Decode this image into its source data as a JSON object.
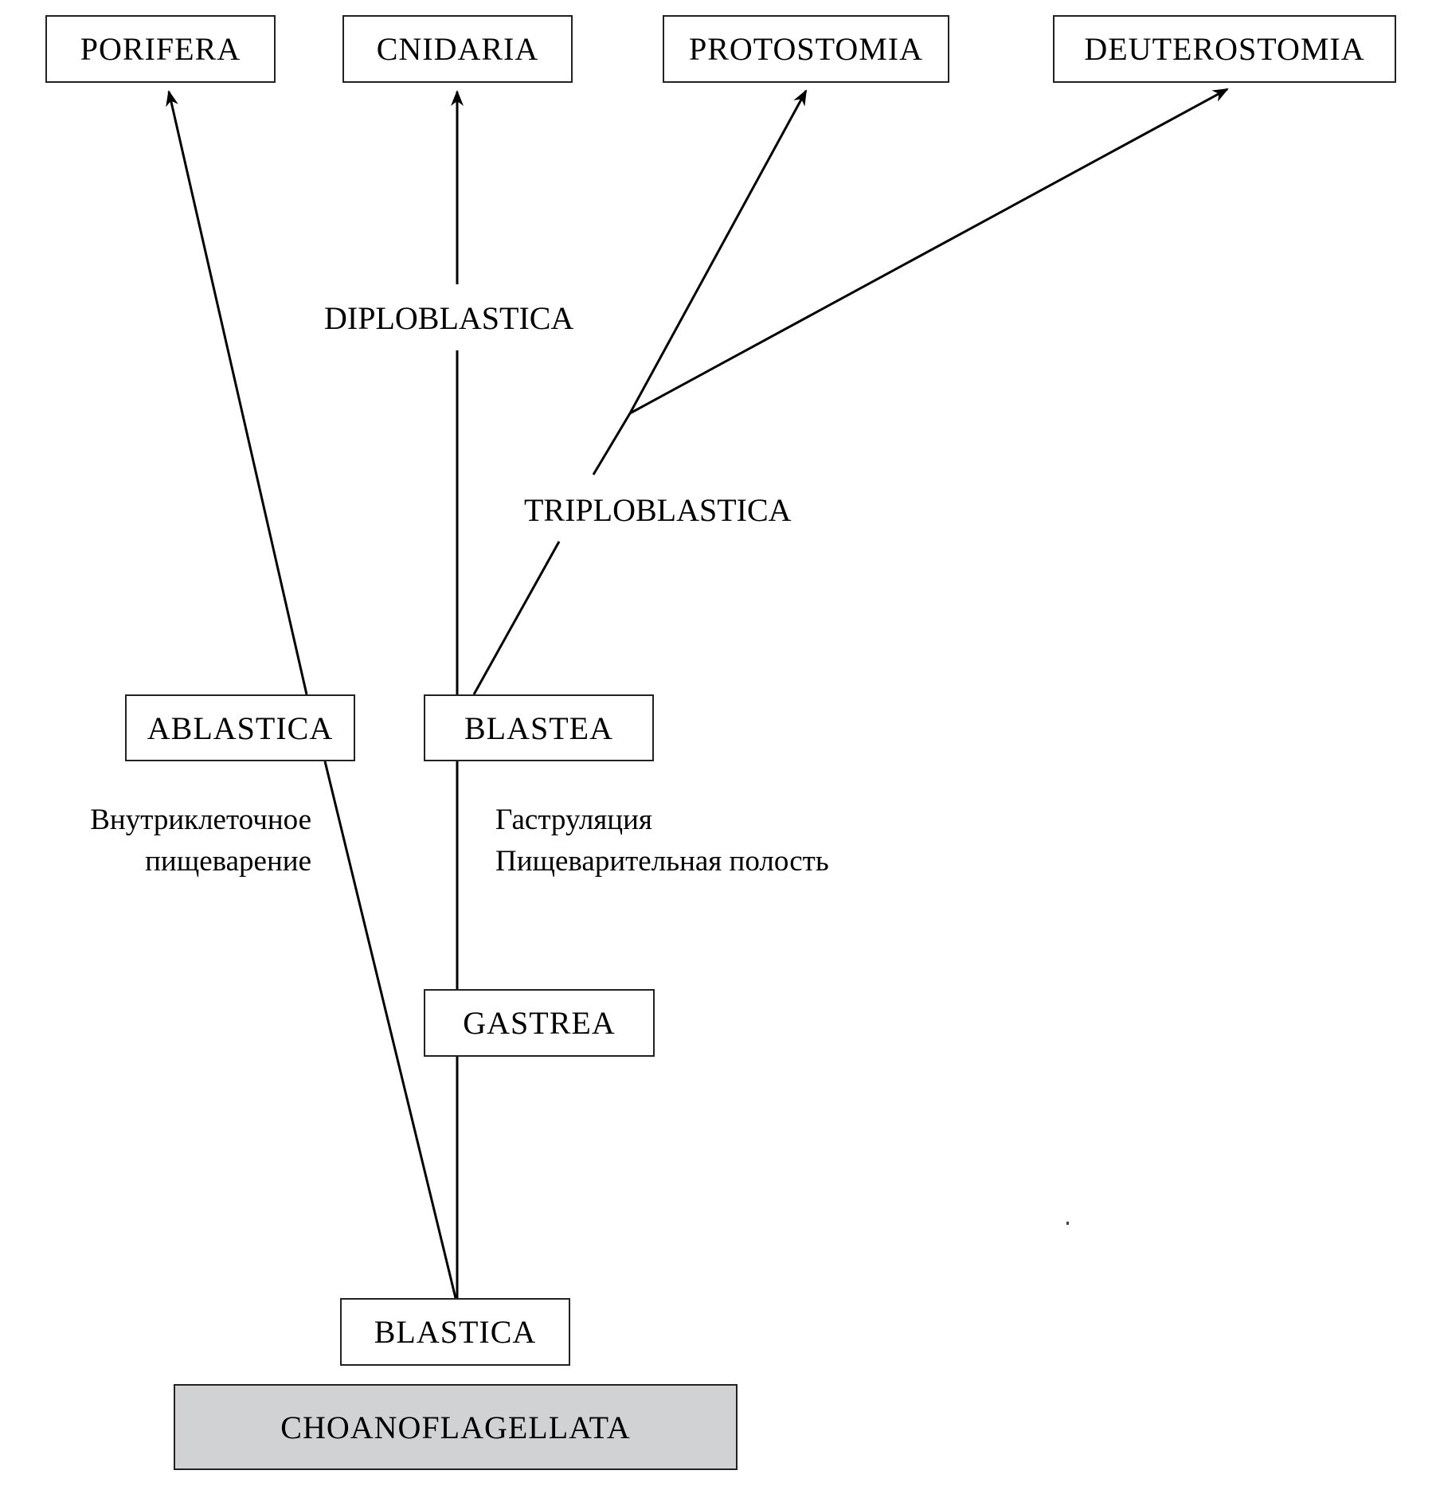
{
  "diagram": {
    "title_nodes": {
      "porifera": "PORIFERA",
      "cnidaria": "CNIDARIA",
      "protostomia": "PROTOSTOMIA",
      "deuterostomia": "DEUTEROSTOMIA"
    },
    "intermediate_nodes": {
      "ablastica": "ABLASTICA",
      "blastea": "BLASTEA",
      "gastrea": "GASTREA",
      "blastica": "BLASTICA"
    },
    "root": "CHOANOFLAGELLATA",
    "branch_labels": {
      "diploblastica": "DIPLOBLASTICA",
      "triploblastica": "TRIPLOBLASTICA"
    },
    "notes": {
      "left": [
        "Внутриклеточное",
        "пищеварение"
      ],
      "right": [
        "Гаструляция",
        "Пищеварительная полость"
      ]
    },
    "edges": [
      {
        "from": "BLASTICA",
        "to": "ABLASTICA"
      },
      {
        "from": "ABLASTICA",
        "to": "PORIFERA"
      },
      {
        "from": "BLASTICA",
        "to": "GASTREA"
      },
      {
        "from": "GASTREA",
        "to": "BLASTEA"
      },
      {
        "from": "BLASTEA",
        "to": "CNIDARIA",
        "label": "DIPLOBLASTICA"
      },
      {
        "from": "BLASTEA",
        "to": "PROTOSTOMIA",
        "label": "TRIPLOBLASTICA"
      },
      {
        "from": "BLASTEA",
        "to": "DEUTEROSTOMIA",
        "label": "TRIPLOBLASTICA"
      }
    ],
    "colors": {
      "root_fill": "#d1d2d4",
      "line": "#000000"
    }
  }
}
